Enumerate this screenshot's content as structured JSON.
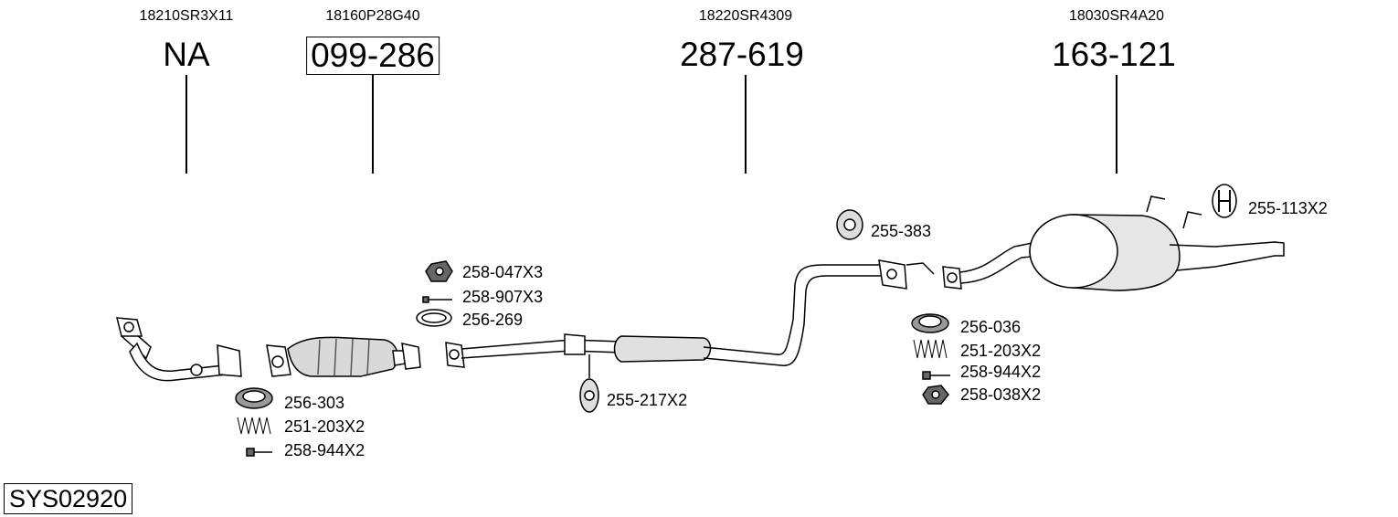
{
  "oem_numbers": [
    "18210SR3X11",
    "18160P28G40",
    "18220SR4309",
    "18030SR4A20"
  ],
  "main_parts": [
    "NA",
    "099-286",
    "287-619",
    "163-121"
  ],
  "labels": {
    "l1": "258-047X3",
    "l2": "258-907X3",
    "l3": "256-269",
    "l4": "255-383",
    "l5": "255-113X2",
    "l6": "256-036",
    "l7": "251-203X2",
    "l8": "258-944X2",
    "l9": "258-038X2",
    "l10": "256-303",
    "l11": "251-203X2",
    "l12": "258-944X2",
    "l13": "255-217X2"
  },
  "system_id": "SYS02920",
  "colors": {
    "line": "#000000",
    "fill": "#ffffff",
    "shade": "#bfbfbf"
  }
}
